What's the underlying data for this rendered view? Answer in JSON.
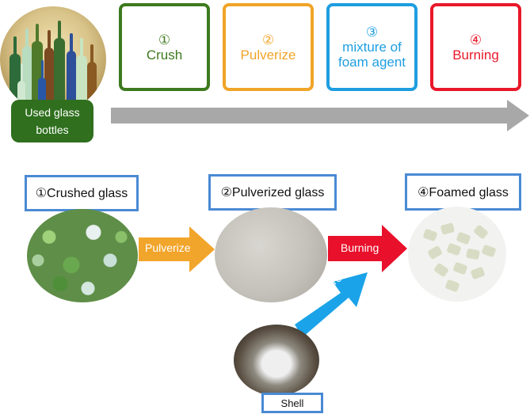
{
  "source": {
    "label": "Used glass bottles",
    "photo_icon": "glass-bottles-photo"
  },
  "steps": [
    {
      "num": "①",
      "label": "Crush",
      "color": "#3d7a1e"
    },
    {
      "num": "②",
      "label": "Pulverize",
      "color": "#f0a428"
    },
    {
      "num": "③",
      "label": "mixture of foam agent",
      "color": "#1e9ee0"
    },
    {
      "num": "④",
      "label": "Burning",
      "color": "#e8182a"
    }
  ],
  "stages": {
    "crushed": "①Crushed glass",
    "pulverized": "②Pulverized glass",
    "foamed": "④Foamed glass",
    "shell": "Shell"
  },
  "arrows": {
    "pulverize": "Pulverize",
    "burning": "Burning",
    "mixture": "Mixture"
  },
  "colors": {
    "process_arrow": "#a8a8a8",
    "stage_border": "#4a8ad4",
    "pulverize_arrow": "#f2a52b",
    "burning_arrow": "#e8102a",
    "mixture_arrow": "#1aa3e8",
    "source_label_bg": "#2f6f1e"
  }
}
